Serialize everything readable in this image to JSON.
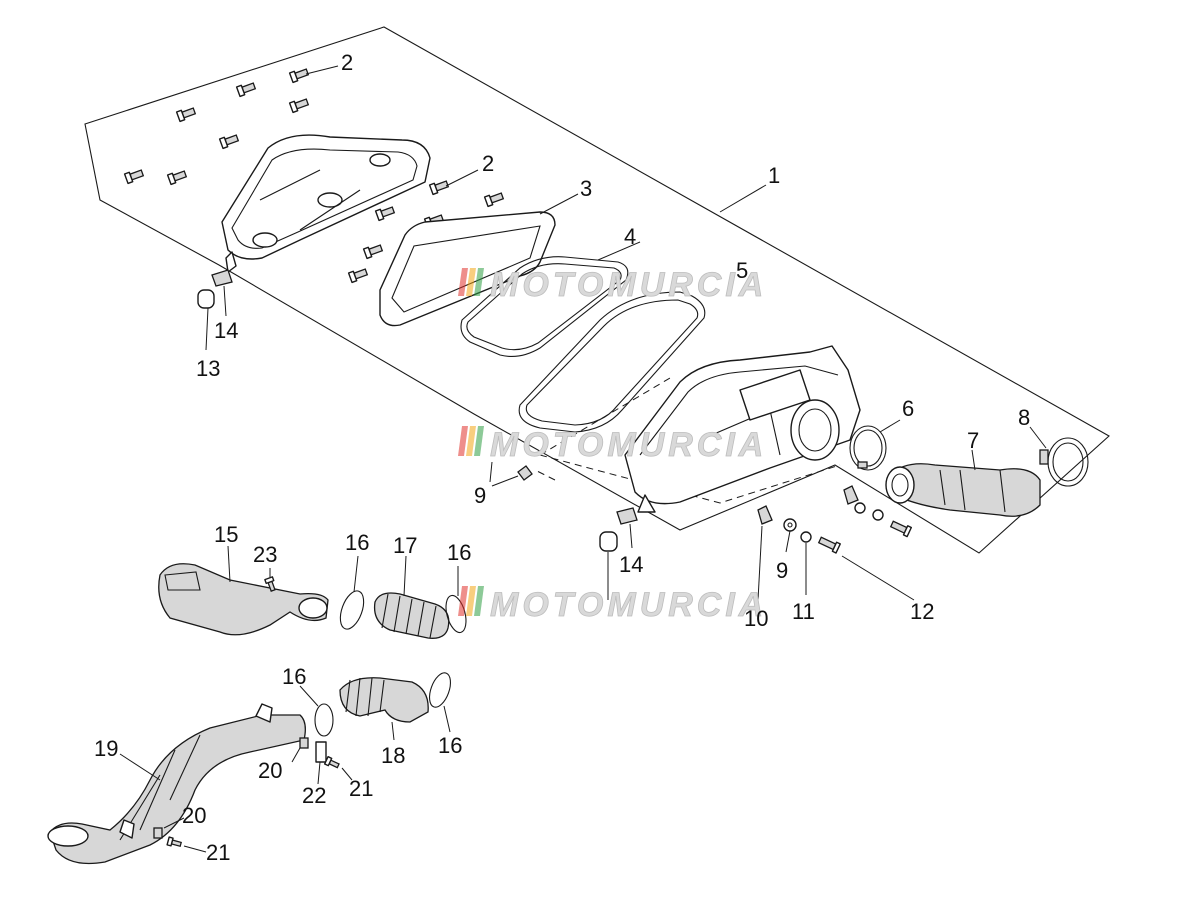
{
  "watermark": {
    "text": "MOTOMURCIA",
    "stripe_colors": [
      "#e0322b",
      "#f2a516",
      "#2f9e44"
    ]
  },
  "callouts": {
    "c1": "1",
    "c2a": "2",
    "c2b": "2",
    "c3": "3",
    "c4": "4",
    "c5": "5",
    "c6": "6",
    "c7": "7",
    "c8": "8",
    "c9a": "9",
    "c9b": "9",
    "c10": "10",
    "c11": "11",
    "c12": "12",
    "c13": "13",
    "c14a": "14",
    "c14b": "14",
    "c15": "15",
    "c16a": "16",
    "c16b": "16",
    "c16c": "16",
    "c16d": "16",
    "c17": "17",
    "c18": "18",
    "c19": "19",
    "c20a": "20",
    "c20b": "20",
    "c21a": "21",
    "c21b": "21",
    "c22": "22",
    "c23": "23"
  }
}
